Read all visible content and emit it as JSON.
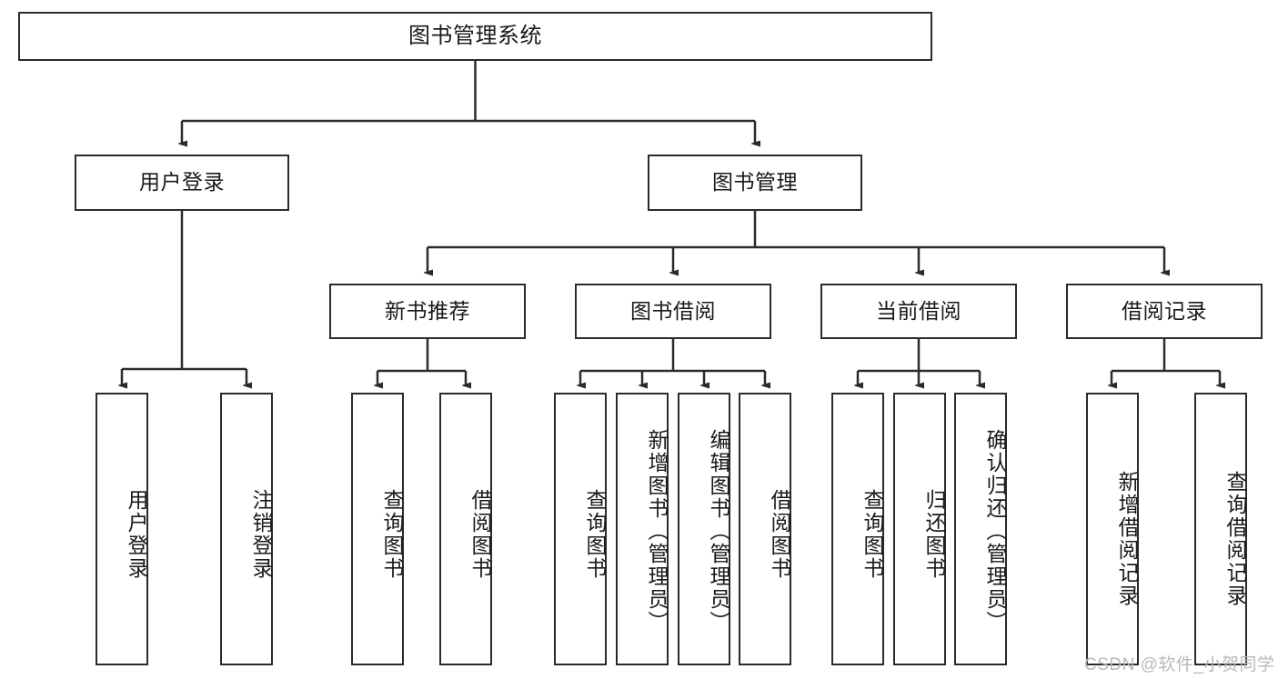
{
  "diagram": {
    "type": "tree",
    "title": "图书管理系统",
    "watermark": "CSDN @软件_小贺同学",
    "stroke_color": "#2b2b2b",
    "fill_color": "#ffffff",
    "text_color": "#1a1a1a",
    "nodes": {
      "root": {
        "label": "图书管理系统",
        "level": 1
      },
      "login": {
        "label": "用户登录",
        "level": 2
      },
      "book_mgmt": {
        "label": "图书管理",
        "level": 2
      },
      "new_book_rec": {
        "label": "新书推荐",
        "level": 3
      },
      "book_borrow": {
        "label": "图书借阅",
        "level": 3
      },
      "current_borrow": {
        "label": "当前借阅",
        "level": 3
      },
      "borrow_record": {
        "label": "借阅记录",
        "level": 3
      },
      "leaf_user_login": {
        "label": "用户登录",
        "level": 3
      },
      "leaf_logout": {
        "label": "注销登录",
        "level": 3
      },
      "leaf_query_book_1": {
        "label": "查询图书",
        "level": 4
      },
      "leaf_borrow_book_1": {
        "label": "借阅图书",
        "level": 4
      },
      "leaf_query_book_2": {
        "label": "查询图书",
        "level": 4
      },
      "leaf_add_book": {
        "label": "新增图书（管理员）",
        "level": 4
      },
      "leaf_edit_book": {
        "label": "编辑图书（管理员）",
        "level": 4
      },
      "leaf_borrow_book_2": {
        "label": "借阅图书",
        "level": 4
      },
      "leaf_query_book_3": {
        "label": "查询图书",
        "level": 4
      },
      "leaf_return_book": {
        "label": "归还图书",
        "level": 4
      },
      "leaf_confirm_return": {
        "label": "确认归还（管理员）",
        "level": 4
      },
      "leaf_add_record": {
        "label": "新增借阅记录",
        "level": 4
      },
      "leaf_query_record": {
        "label": "查询借阅记录",
        "level": 4
      }
    },
    "edges": [
      {
        "from": "root",
        "to": "login"
      },
      {
        "from": "root",
        "to": "book_mgmt"
      },
      {
        "from": "login",
        "to": "leaf_user_login"
      },
      {
        "from": "login",
        "to": "leaf_logout"
      },
      {
        "from": "book_mgmt",
        "to": "new_book_rec"
      },
      {
        "from": "book_mgmt",
        "to": "book_borrow"
      },
      {
        "from": "book_mgmt",
        "to": "current_borrow"
      },
      {
        "from": "book_mgmt",
        "to": "borrow_record"
      },
      {
        "from": "new_book_rec",
        "to": "leaf_query_book_1"
      },
      {
        "from": "new_book_rec",
        "to": "leaf_borrow_book_1"
      },
      {
        "from": "book_borrow",
        "to": "leaf_query_book_2"
      },
      {
        "from": "book_borrow",
        "to": "leaf_add_book"
      },
      {
        "from": "book_borrow",
        "to": "leaf_edit_book"
      },
      {
        "from": "book_borrow",
        "to": "leaf_borrow_book_2"
      },
      {
        "from": "current_borrow",
        "to": "leaf_query_book_3"
      },
      {
        "from": "current_borrow",
        "to": "leaf_return_book"
      },
      {
        "from": "current_borrow",
        "to": "leaf_confirm_return"
      },
      {
        "from": "borrow_record",
        "to": "leaf_add_record"
      },
      {
        "from": "borrow_record",
        "to": "leaf_query_record"
      }
    ]
  }
}
